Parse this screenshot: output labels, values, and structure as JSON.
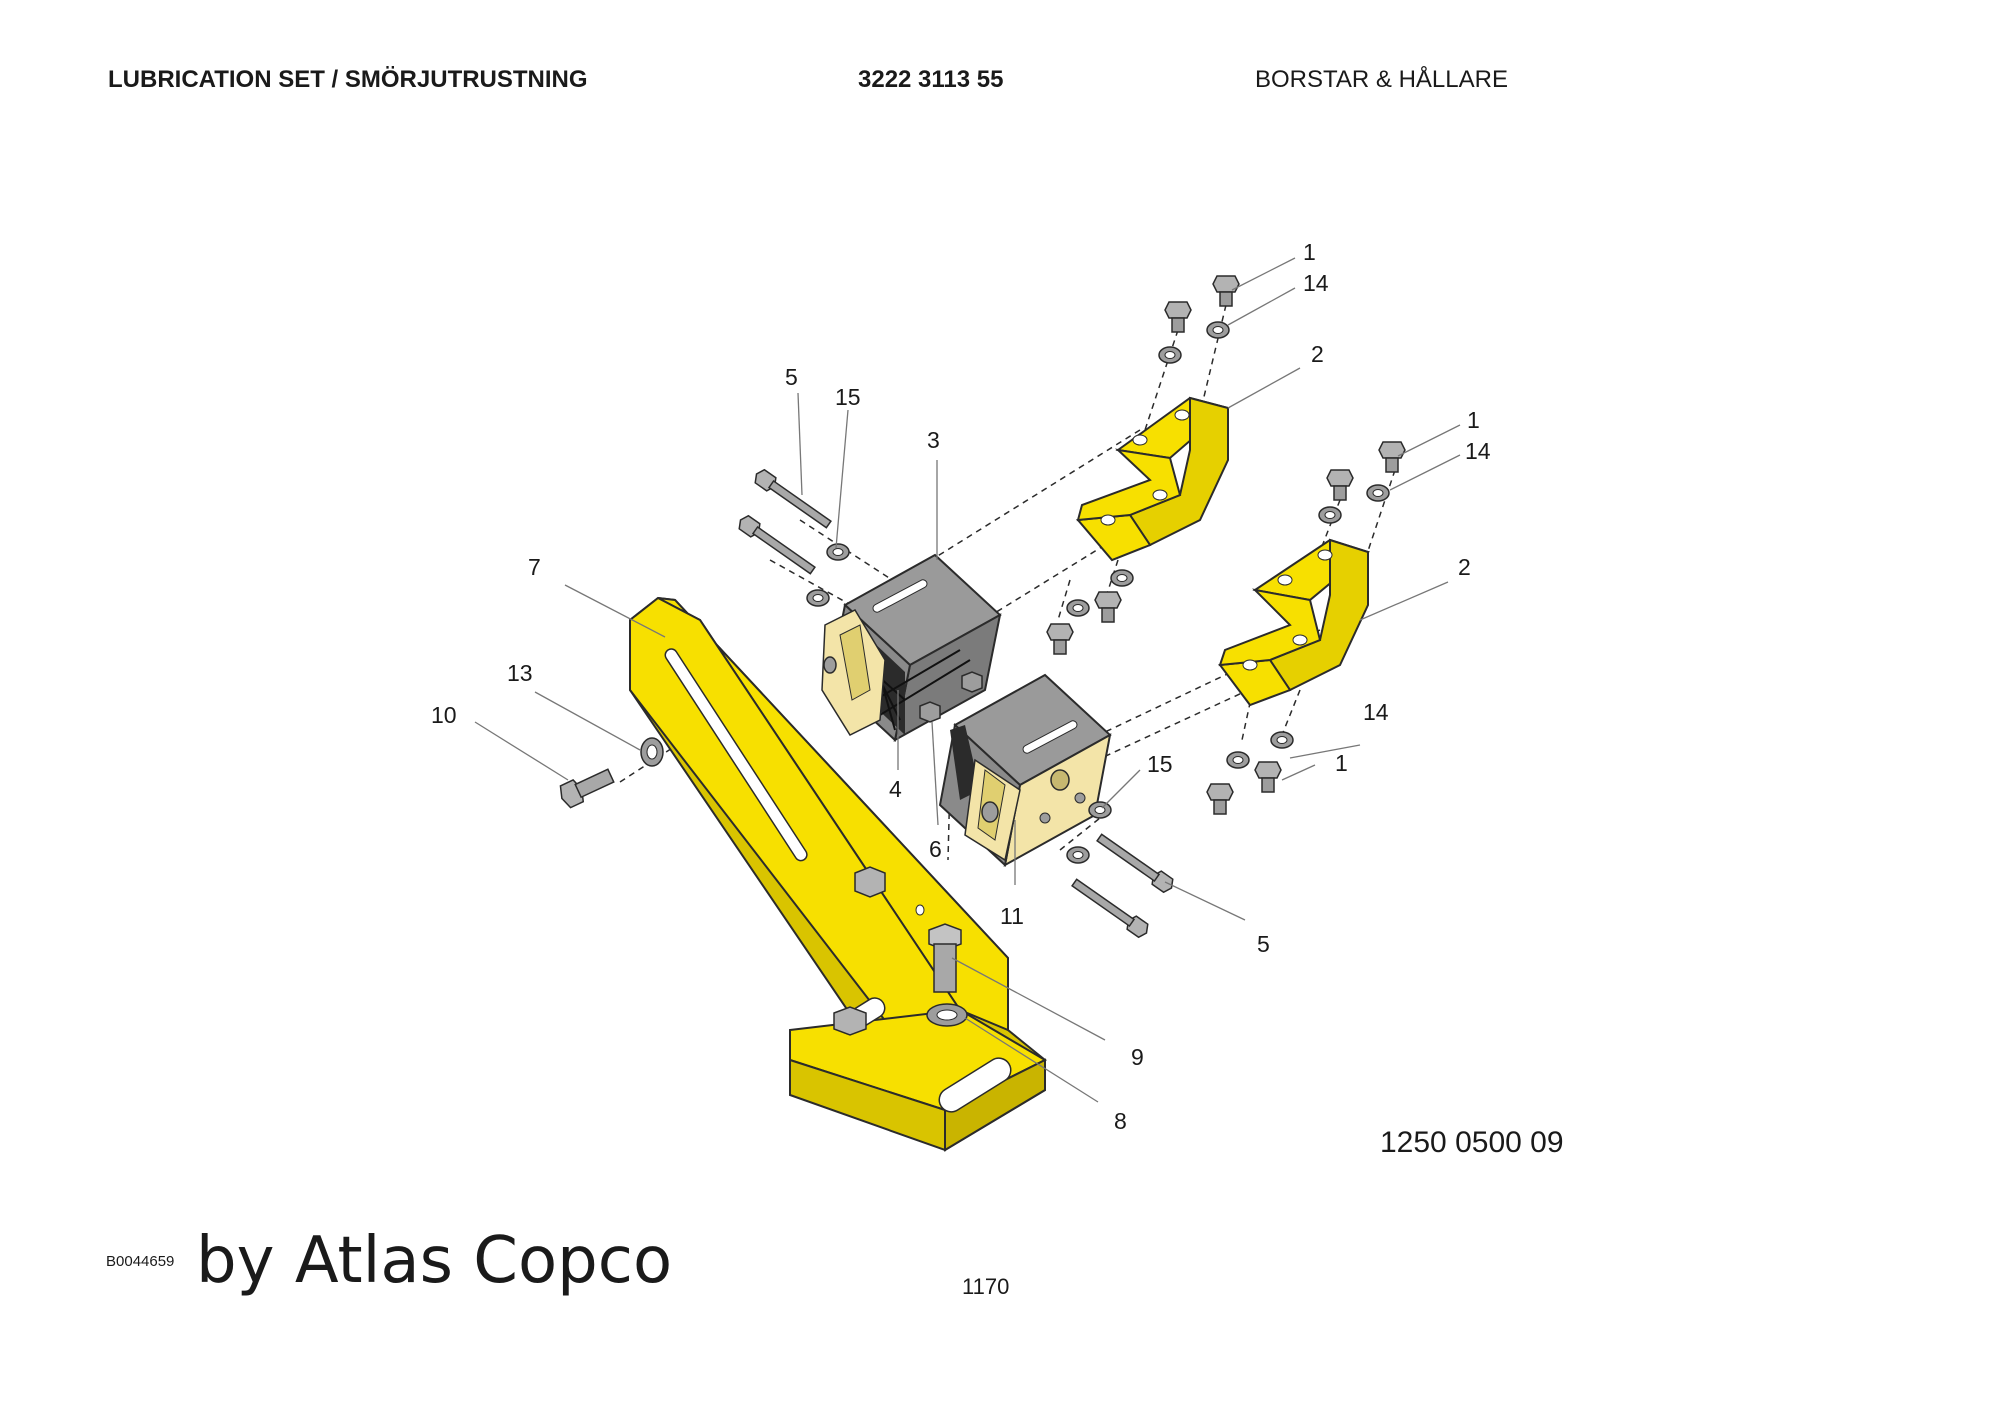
{
  "header": {
    "title": "LUBRICATION SET / SMÖRJUTRUSTNING",
    "part_number": "3222 3113 55",
    "section": "BORSTAR & HÅLLARE"
  },
  "colors": {
    "part_yellow": "#f7e000",
    "housing_gray": "#8e8e8e",
    "bolt_gray": "#a9a9a9",
    "line": "#2b2b2b"
  },
  "callouts": {
    "c1a": "1",
    "c14a": "14",
    "c2a": "2",
    "c1b": "1",
    "c14b": "14",
    "c2b": "2",
    "c5a": "5",
    "c15a": "15",
    "c3": "3",
    "c7": "7",
    "c13": "13",
    "c10": "10",
    "c4": "4",
    "c6": "6",
    "c11": "11",
    "c15b": "15",
    "c14c": "14",
    "c1c": "1",
    "c5b": "5",
    "c9": "9",
    "c8": "8"
  },
  "footer": {
    "reference_number": "1250 0500 09",
    "page_number": "1170",
    "image_code": "B0044659",
    "brand": "by Atlas Copco"
  }
}
